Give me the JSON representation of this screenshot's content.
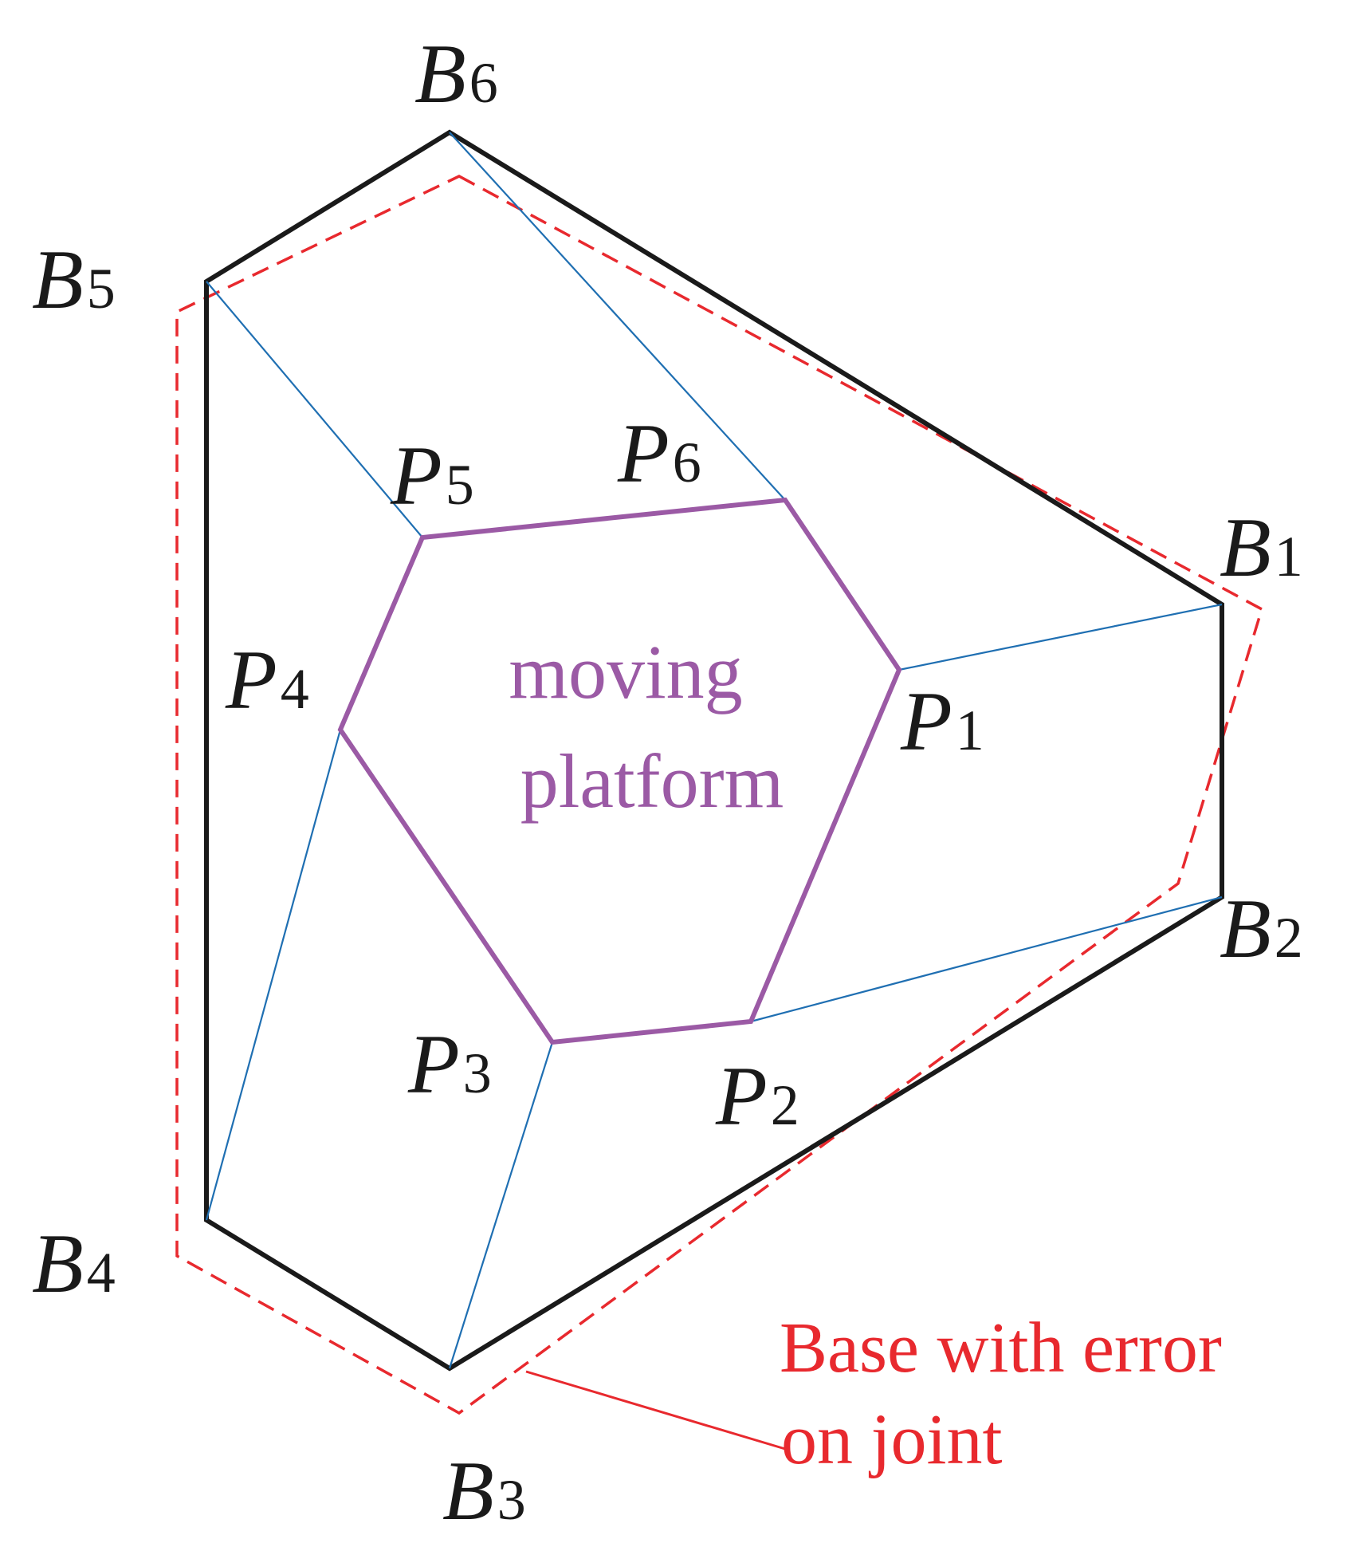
{
  "diagram": {
    "base_joints": [
      {
        "letter": "B",
        "index": "1"
      },
      {
        "letter": "B",
        "index": "2"
      },
      {
        "letter": "B",
        "index": "3"
      },
      {
        "letter": "B",
        "index": "4"
      },
      {
        "letter": "B",
        "index": "5"
      },
      {
        "letter": "B",
        "index": "6"
      }
    ],
    "platform_joints": [
      {
        "letter": "P",
        "index": "1"
      },
      {
        "letter": "P",
        "index": "2"
      },
      {
        "letter": "P",
        "index": "3"
      },
      {
        "letter": "P",
        "index": "4"
      },
      {
        "letter": "P",
        "index": "5"
      },
      {
        "letter": "P",
        "index": "6"
      }
    ],
    "platform_label": {
      "line1": "moving",
      "line2": "platform"
    },
    "error_label": {
      "line1": "Base with error",
      "line2": "on joint"
    },
    "colors": {
      "base": "#1a1a1a",
      "base_error": "#e8292e",
      "platform": "#9b5aa5",
      "legs": "#1f6fb2"
    }
  }
}
